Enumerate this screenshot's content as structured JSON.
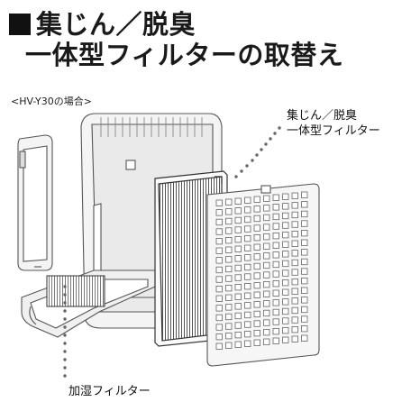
{
  "title": {
    "line1": "集じん／脱臭",
    "line2": "一体型フィルターの取替え"
  },
  "model_label": "<HV-Y30の場合>",
  "callouts": {
    "filter_line1": "集じん／脱臭",
    "filter_line2": "一体型フィルター",
    "humidifier": "加湿フィルター"
  },
  "colors": {
    "title": "#111111",
    "outline": "#555555",
    "body_fill": "#f2f2f2",
    "dots": "#666666"
  }
}
